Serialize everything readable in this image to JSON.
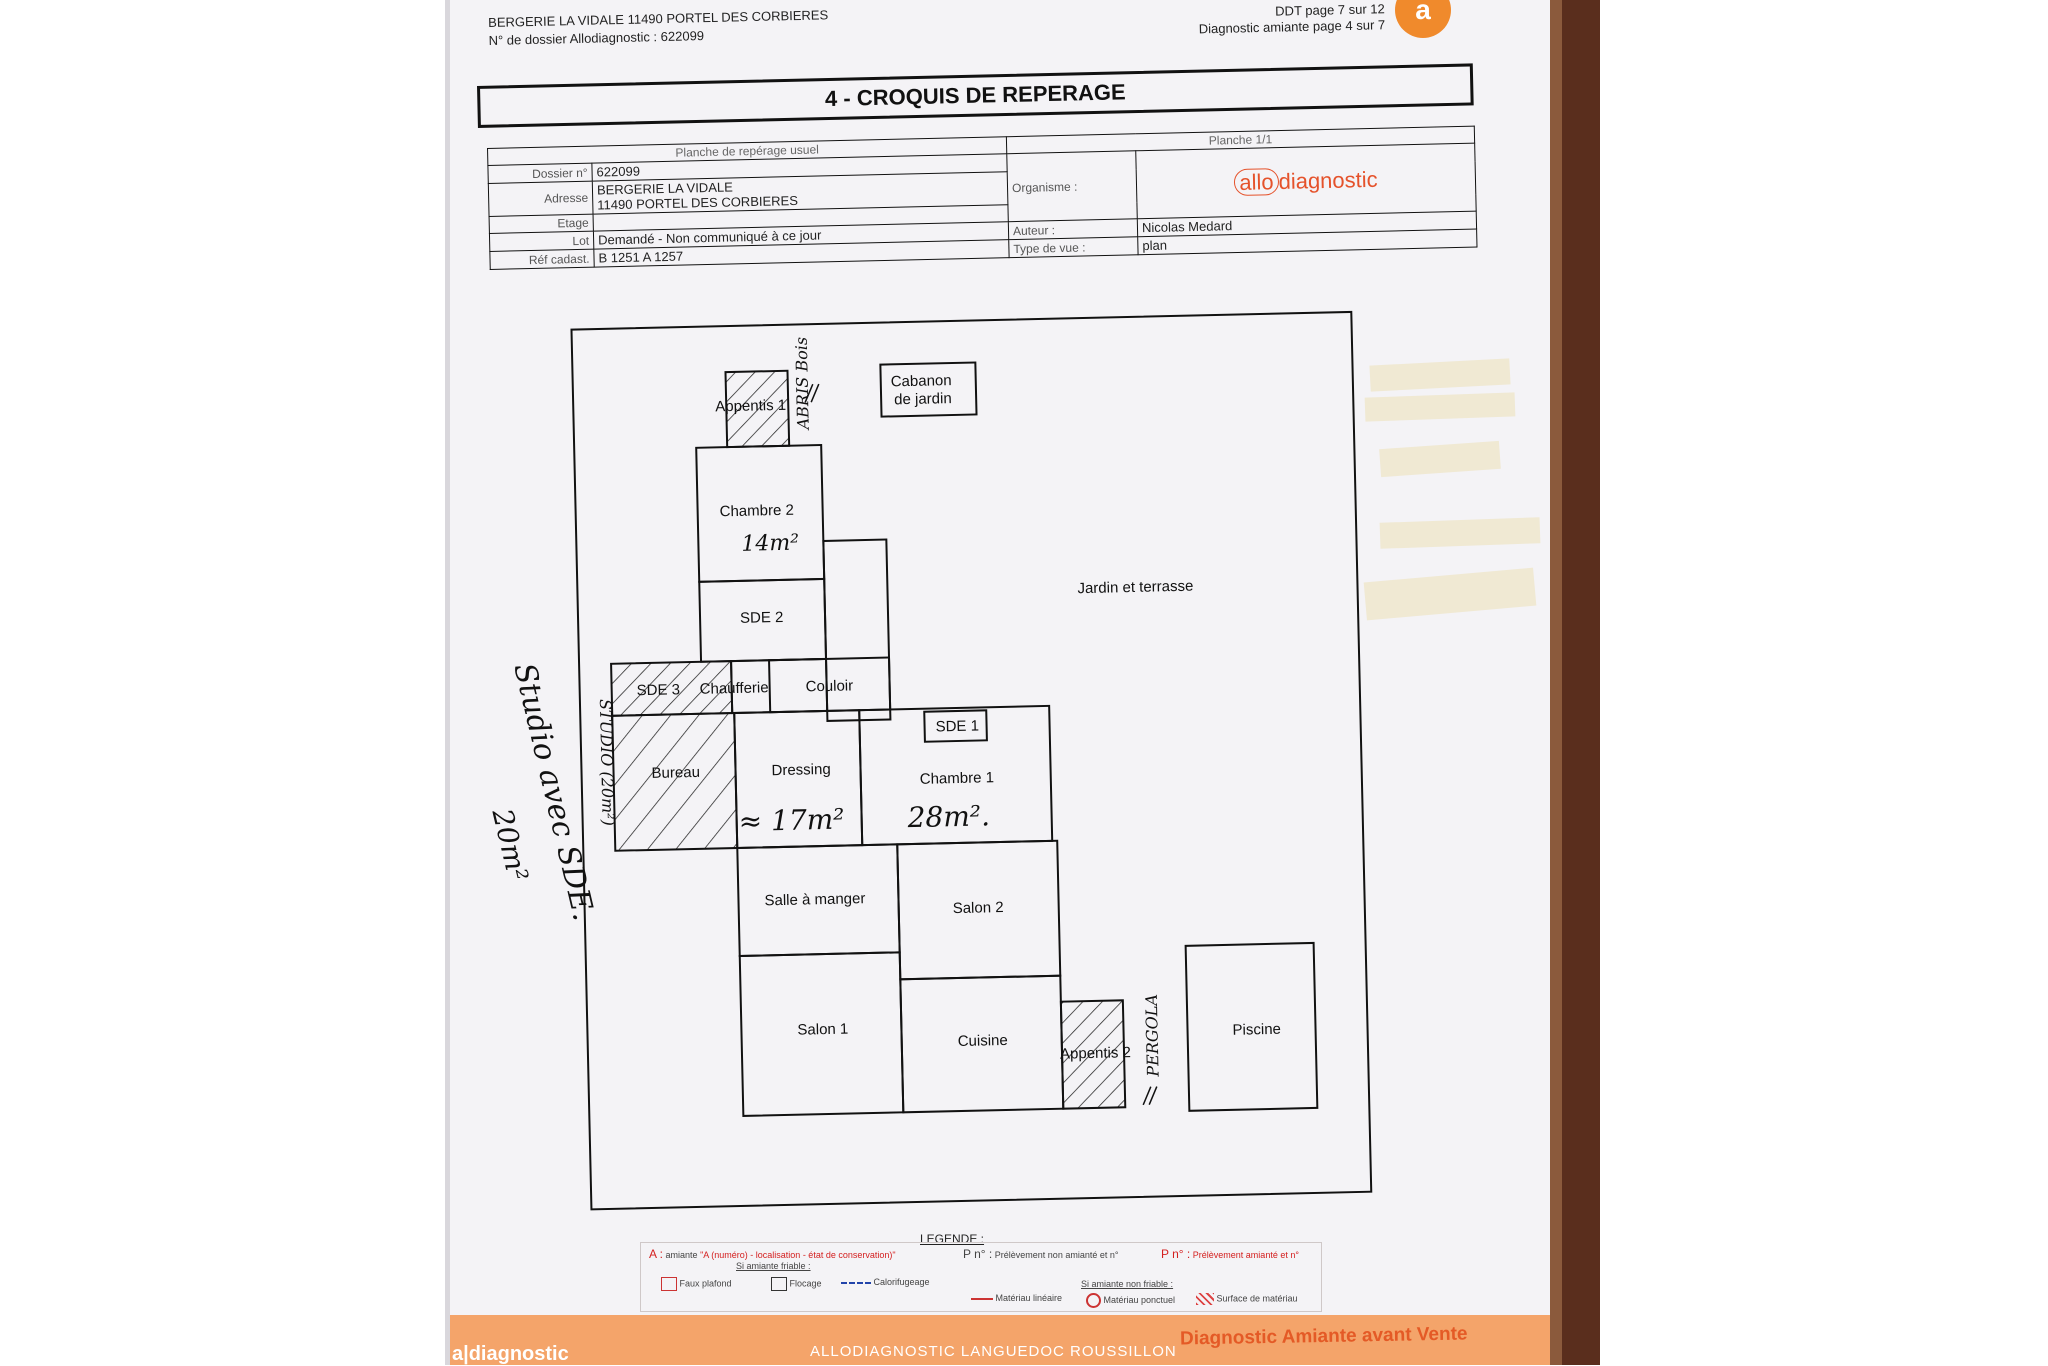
{
  "header": {
    "address_line": "BERGERIE LA VIDALE 11490 PORTEL DES CORBIERES",
    "dossier_line": "N° de dossier Allodiagnostic : 622099",
    "ddt_page": "DDT page 7 sur 12",
    "amiante_page": "Diagnostic amiante page 4 sur 7",
    "logo_letter": "a"
  },
  "title": "4 - CROQUIS DE REPERAGE",
  "info": {
    "planche_usuel": "Planche de repérage usuel",
    "planche_num": "Planche 1/1",
    "dossier_label": "Dossier n°",
    "dossier_value": "622099",
    "adresse_label": "Adresse",
    "adresse_line1": "BERGERIE LA VIDALE",
    "adresse_line2": "11490 PORTEL DES CORBIERES",
    "organisme_label": "Organisme :",
    "organisme_logo_a": "allo",
    "organisme_logo_b": "diagnostic",
    "etage_label": "Etage",
    "etage_value": "",
    "lot_label": "Lot",
    "lot_value": "Demandé - Non communiqué à ce jour",
    "auteur_label": "Auteur :",
    "auteur_value": "Nicolas Medard",
    "cadast_label": "Réf cadast.",
    "cadast_value": "B 1251 A 1257",
    "type_label": "Type de vue :",
    "type_value": "plan"
  },
  "plan": {
    "rooms": {
      "appentis1": "Appentis 1",
      "cabanon1": "Cabanon",
      "cabanon2": "de jardin",
      "chambre2": "Chambre 2",
      "sde2": "SDE 2",
      "sde3": "SDE 3",
      "chaufferie": "Chaufferie",
      "couloir": "Couloir",
      "sde1": "SDE 1",
      "bureau": "Bureau",
      "dressing": "Dressing",
      "chambre1": "Chambre 1",
      "salle_manger": "Salle à manger",
      "salon2": "Salon 2",
      "salon1": "Salon 1",
      "cuisine": "Cuisine",
      "appentis2": "Appentis 2",
      "piscine": "Piscine",
      "jardin": "Jardin et terrasse"
    },
    "handwriting": {
      "abris_bois": "ABRIS Bois",
      "chambre2_area": "14m²",
      "dressing_area": "≈ 17m²",
      "chambre1_area": "28m².",
      "studio_vertical": "STUDIO (20m²)",
      "studio_note_1": "Studio avec SDE.",
      "studio_note_2": "20m²",
      "pergola": "PERGOLA"
    }
  },
  "legend": {
    "title": "LEGENDE :",
    "a_prefix": "A :",
    "a_text": "amiante",
    "a_detail": "\"A (numéro) - localisation - état de conservation)\"",
    "pn": "P n° :",
    "pn_text": "Prélèvement non amianté et n°",
    "pn_red": "P n° :",
    "pn_red_text": "Prélèvement amianté et n°",
    "friable": "Si amiante friable :",
    "faux_plafond": "Faux plafond",
    "flocage": "Flocage",
    "calorifugeage": "Calorifugeage",
    "non_friable": "Si amiante non friable :",
    "lineaire": "Matériau linéaire",
    "ponctuel": "Matériau ponctuel",
    "surface": "Surface de matériau"
  },
  "footer": {
    "title": "Diagnostic Amiante avant Vente",
    "logo": "a|diagnostic",
    "company": "ALLODIAGNOSTIC LANGUEDOC ROUSSILLON"
  }
}
